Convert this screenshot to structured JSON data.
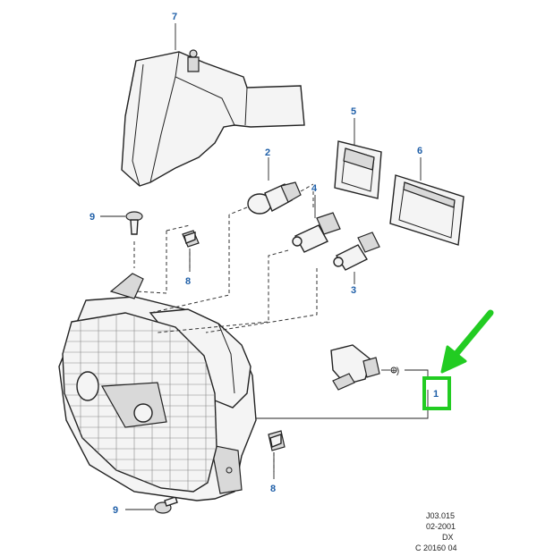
{
  "callouts": {
    "c1": "1",
    "c2": "2",
    "c3": "3",
    "c4": "4",
    "c5": "5",
    "c6": "6",
    "c7": "7",
    "c8a": "8",
    "c8b": "8",
    "c9a": "9",
    "c9b": "9"
  },
  "plus_marker": "+)",
  "stamp": {
    "line1": "J03.015",
    "line2": "02-2001",
    "line3": "DX",
    "line4": "C 20160 04"
  },
  "colors": {
    "callout_text": "#1f5fa8",
    "highlight": "#22cc22",
    "line": "#222222"
  }
}
